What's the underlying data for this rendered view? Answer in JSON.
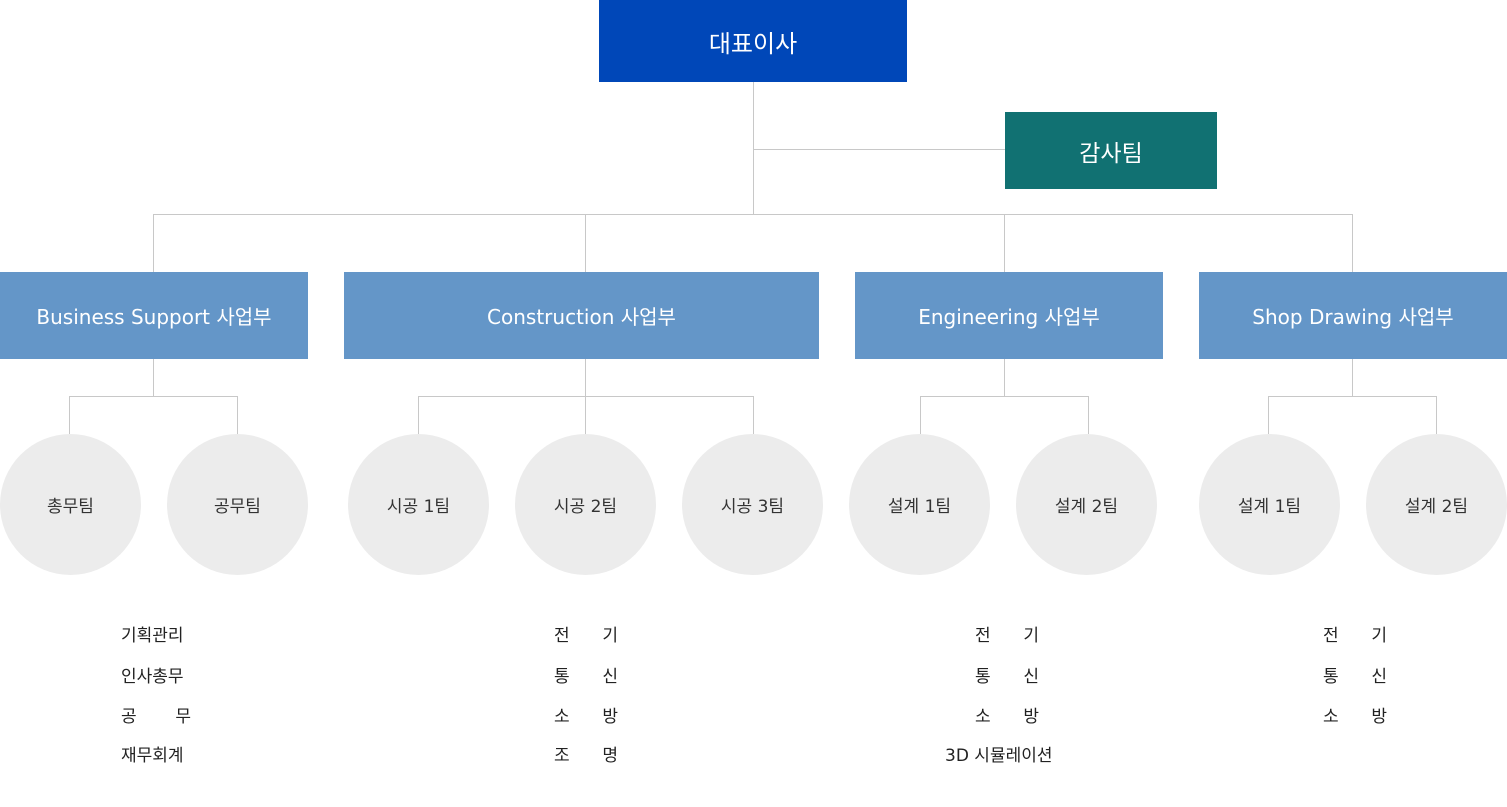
{
  "colors": {
    "ceo_bg": "#0047b8",
    "audit_bg": "#117172",
    "dept_bg": "#6496c8",
    "team_bg": "#ececec",
    "line": "#c8c8c8"
  },
  "ceo": {
    "label": "대표이사"
  },
  "audit": {
    "label": "감사팀"
  },
  "departments": [
    {
      "label": "Business Support 사업부",
      "teams": [
        "총무팀",
        "공무팀"
      ],
      "duties": [
        "기획관리",
        "인사총무",
        "공 무",
        "재무회계"
      ]
    },
    {
      "label": "Construction 사업부",
      "teams": [
        "시공 1팀",
        "시공 2팀",
        "시공 3팀"
      ],
      "duties": [
        "전 기",
        "통 신",
        "소 방",
        "조 명"
      ]
    },
    {
      "label": "Engineering 사업부",
      "teams": [
        "설계 1팀",
        "설계 2팀"
      ],
      "duties": [
        "전 기",
        "통 신",
        "소 방",
        "3D 시뮬레이션"
      ]
    },
    {
      "label": "Shop Drawing 사업부",
      "teams": [
        "설계 1팀",
        "설계 2팀"
      ],
      "duties": [
        "전 기",
        "통 신",
        "소 방"
      ]
    }
  ]
}
